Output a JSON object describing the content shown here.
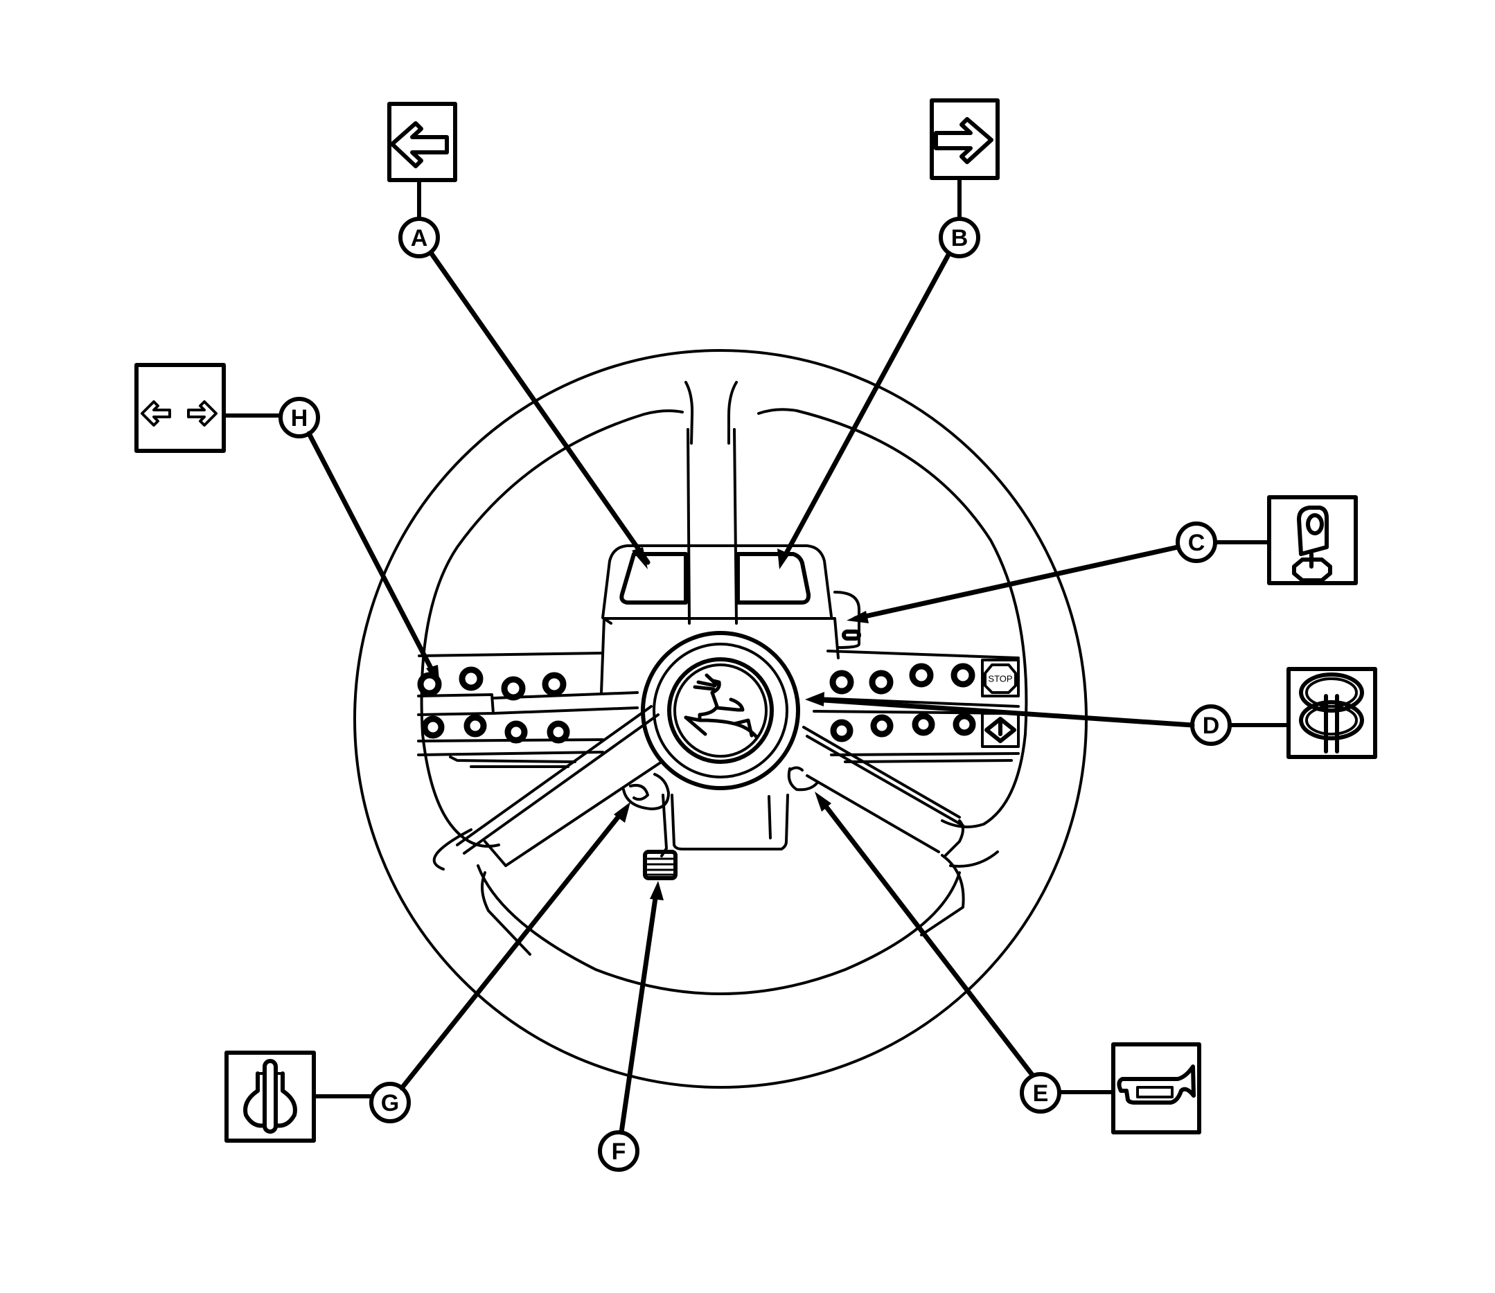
{
  "diagram": {
    "subject": "Steering wheel and control console",
    "colors": {
      "line": "#000000",
      "background": "#ffffff"
    },
    "logo": "leaping-deer-emblem",
    "console_panel": {
      "stop_button_label": "STOP"
    },
    "callouts": [
      {
        "id": "A",
        "label": "A",
        "symbol": "left-turn-arrow-icon",
        "target": "left turn indicator lamp"
      },
      {
        "id": "B",
        "label": "B",
        "symbol": "right-turn-arrow-icon",
        "target": "right turn indicator lamp"
      },
      {
        "id": "C",
        "label": "C",
        "symbol": "ignition-key-icon",
        "target": "key switch"
      },
      {
        "id": "D",
        "label": "D",
        "symbol": "steering-wheel-tilt-icon",
        "target": "steering column adjust"
      },
      {
        "id": "E",
        "label": "E",
        "symbol": "horn-icon",
        "target": "horn lever"
      },
      {
        "id": "F",
        "label": "F",
        "symbol": "",
        "target": "pedal"
      },
      {
        "id": "G",
        "label": "G",
        "symbol": "park-lock-lever-icon",
        "target": "lever"
      },
      {
        "id": "H",
        "label": "H",
        "symbol": "turn-signal-switch-icon",
        "target": "turn signal switch"
      }
    ]
  }
}
